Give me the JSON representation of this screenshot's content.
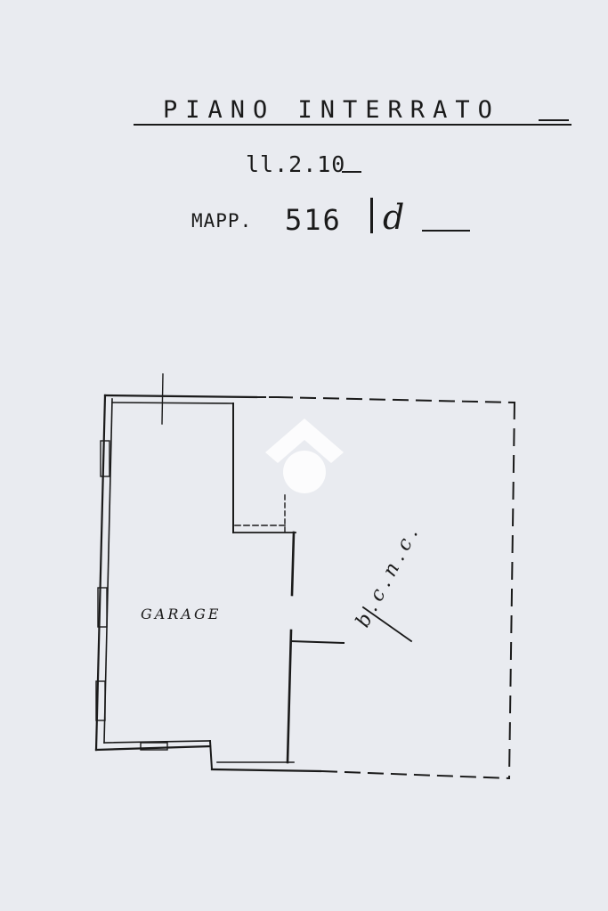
{
  "header": {
    "title": "PIANO INTERRATO",
    "sheet_ref": "ll.2.10",
    "mapp_label": "MAPP.",
    "mapp_number": "516",
    "subalterno": "d"
  },
  "plan": {
    "room_label": "GARAGE",
    "area_label": "b.c.n.c."
  },
  "watermark": {
    "colors": {
      "roof": "#ffffff",
      "circle": "#ffffff"
    }
  },
  "colors": {
    "paper": "#e9ebf0",
    "ink": "#1a1a1a",
    "ghost_text": "#c9ccd4"
  }
}
